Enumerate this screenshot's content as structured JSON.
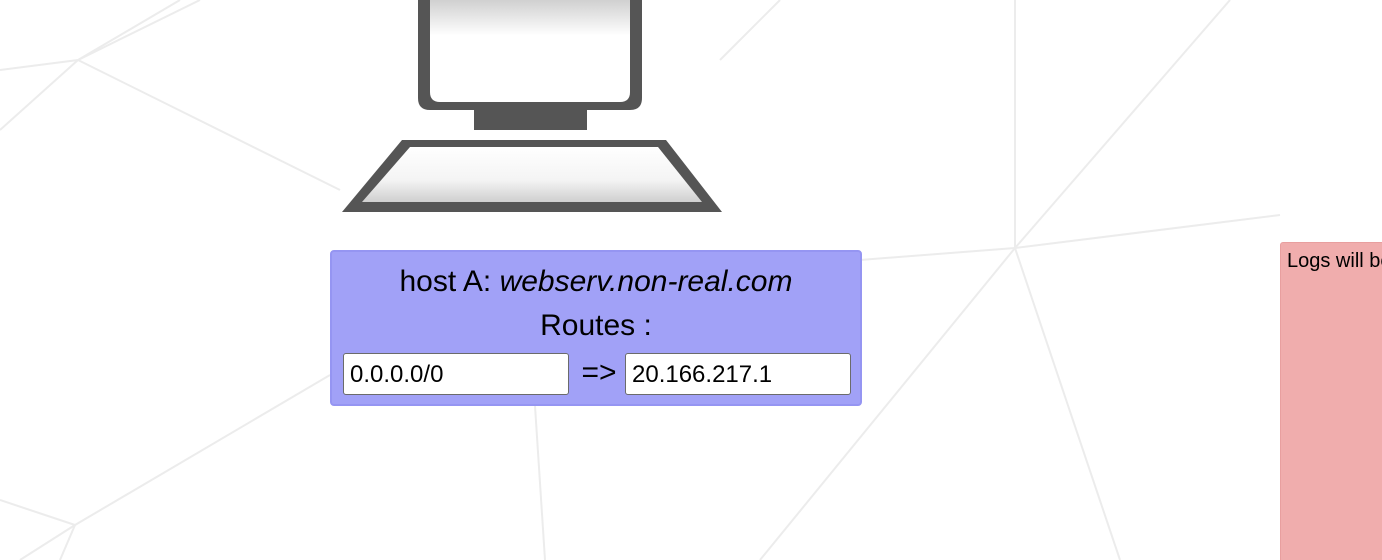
{
  "host": {
    "title_prefix": "host A: ",
    "name": "webserv.non-real.com",
    "routes_label": "Routes :",
    "route": {
      "destination": "0.0.0.0/0",
      "arrow": "=>",
      "gateway": "20.166.217.1"
    }
  },
  "logs": {
    "placeholder_text": "Logs will be"
  },
  "colors": {
    "host_panel": "#a1a1f7",
    "logs_panel": "#f0adad",
    "computer": "#555555"
  },
  "icons": {
    "computer": "desktop-computer-icon"
  }
}
